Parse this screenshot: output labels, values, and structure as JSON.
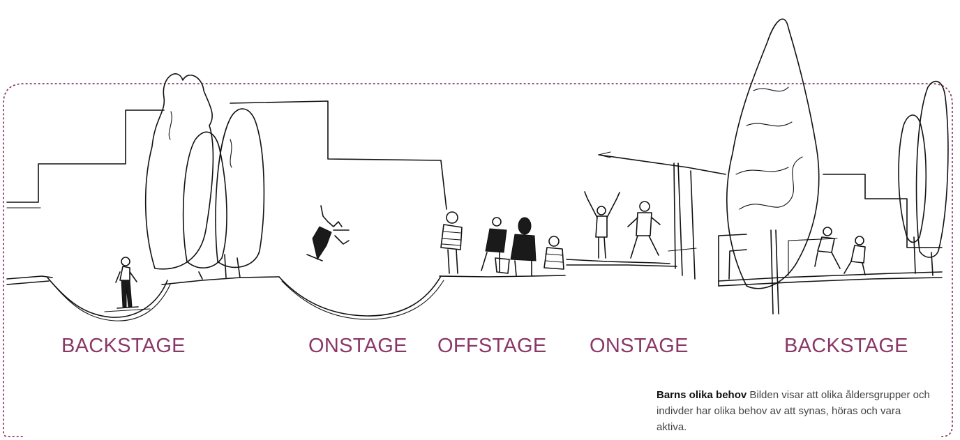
{
  "zones": [
    {
      "label": "BACKSTAGE"
    },
    {
      "label": "ONSTAGE"
    },
    {
      "label": "OFFSTAGE"
    },
    {
      "label": "ONSTAGE"
    },
    {
      "label": "BACKSTAGE"
    }
  ],
  "caption": {
    "title": "Barns olika behov",
    "text": " Bilden visar att olika åldersgrupper och indivder har olika behov av att synas, höras och vara aktiva."
  },
  "colors": {
    "label": "#8a3868",
    "ink": "#111111",
    "frame": "#8a3868"
  }
}
